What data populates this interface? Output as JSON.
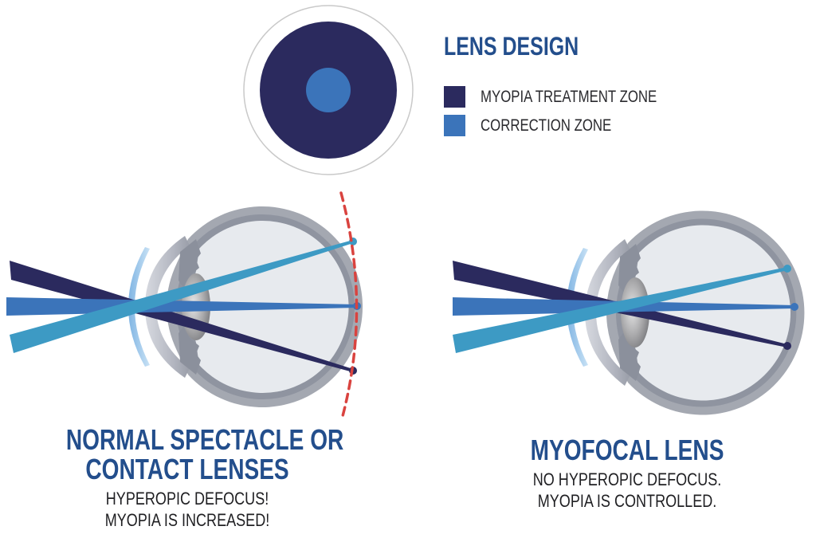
{
  "legend": {
    "title": "LENS DESIGN",
    "items": [
      {
        "label": "MYOPIA TREATMENT ZONE",
        "color": "#2b2a5e"
      },
      {
        "label": "CORRECTION ZONE",
        "color": "#3b74ba"
      }
    ]
  },
  "lens_design_icon": {
    "outer_ring_color": "#c9c9c9",
    "treatment_zone_color": "#2b2a5e",
    "correction_zone_color": "#3b74ba"
  },
  "left_panel": {
    "title_line1": "NORMAL SPECTACLE OR",
    "title_line2": "CONTACT LENSES",
    "subtitle_line1": "HYPEROPIC DEFOCUS!",
    "subtitle_line2": "MYOPIA IS INCREASED!",
    "peripheral_focus_curve_color": "#d9433f"
  },
  "right_panel": {
    "title": "MYOFOCAL LENS",
    "subtitle_line1": "NO HYPEROPIC DEFOCUS.",
    "subtitle_line2": "MYOPIA IS CONTROLLED."
  },
  "colors": {
    "heading_blue": "#234e8c",
    "beam_navy": "#2b2a5e",
    "beam_blue": "#3b74ba",
    "beam_teal": "#3d9ac4",
    "sclera_gray": "#9ea2ab",
    "eye_interior": "#e7eaee",
    "contact_lens": "#9cc8ea"
  }
}
